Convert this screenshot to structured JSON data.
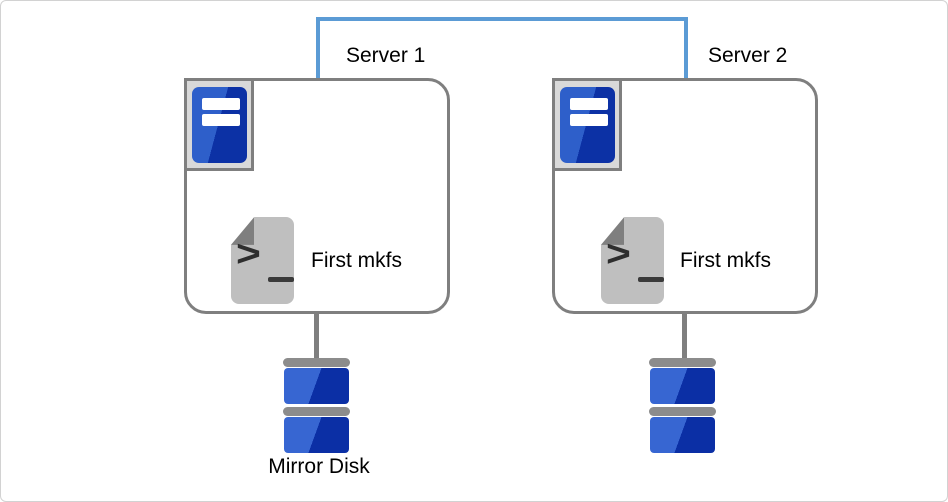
{
  "diagram": {
    "servers": [
      {
        "label": "Server 1",
        "command": "First mkfs"
      },
      {
        "label": "Server 2",
        "command": "First mkfs"
      }
    ],
    "disk_label": "Mirror Disk",
    "icons": {
      "terminal_prompt": ">"
    },
    "colors": {
      "connector_blue": "#5b9bd5",
      "outline_gray": "#7f7f7f",
      "server_blue_light": "#2e5fca",
      "server_blue_dark": "#0c31a5",
      "disk_blue_light": "#3766d2",
      "disk_blue_dark": "#0b2fa5",
      "disk_cap_gray": "#8c8c8c",
      "document_gray": "#bfbfbf",
      "fold_gray": "#7f7f7f",
      "icon_frame_gray": "#d9d9d9"
    }
  }
}
